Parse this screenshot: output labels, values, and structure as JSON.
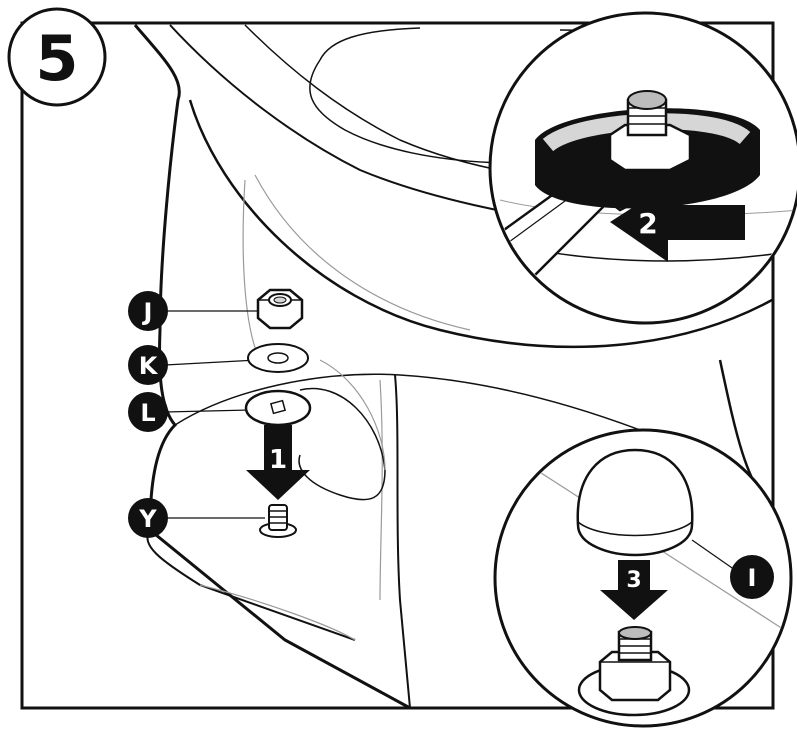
{
  "step": {
    "number": "5"
  },
  "parts": {
    "J": "J",
    "K": "K",
    "L": "L",
    "Y": "Y",
    "I": "I"
  },
  "arrows": {
    "down_main": "1",
    "rotate": "2",
    "down_cap": "3"
  },
  "colors": {
    "ink": "#111111",
    "paper": "#ffffff",
    "shade": "#d6d6d6",
    "thin_line": "#9a9a9a"
  }
}
